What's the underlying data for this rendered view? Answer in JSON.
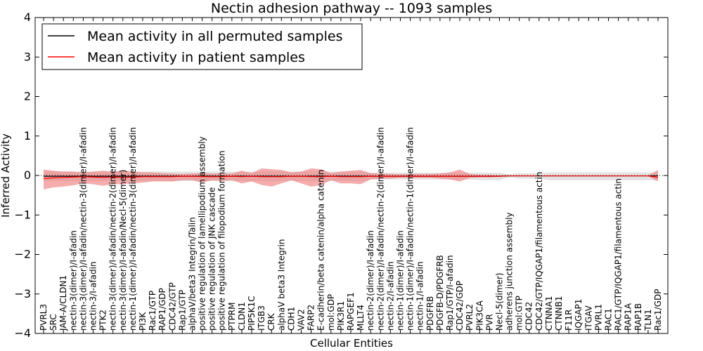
{
  "chart_data": {
    "type": "line",
    "title": "Nectin adhesion pathway -- 1093 samples",
    "xlabel": "Cellular Entities",
    "ylabel": "Inferred Activity",
    "ylim": [
      -4,
      4
    ],
    "yticks": [
      "−4",
      "−3",
      "−2",
      "−1",
      "0",
      "1",
      "2",
      "3",
      "4"
    ],
    "grid": false,
    "legend_position": "top-left",
    "categories": [
      "PVRL3",
      "SRC",
      "JAM-A/CLDN1",
      "nectin-3(dimer)/I-afadin",
      "nectin-3(dimer)/I-afadin/nectin-3(dimer)/I-afadin",
      "nectin-3/I-afadin",
      "PTK2",
      "nectin-3(dimer)/I-afadin/nectin-2(dimer)/I-afadin",
      "nectin-3(dimer)/I-afadin/Necl-5(dimer)",
      "nectin-1(dimer)/I-afadin/nectin-3(dimer)/I-afadin",
      "PI3K",
      "Rac1/GTP",
      "RAP1/GDP",
      "CDC42/GTP",
      "Rap1/GTP",
      "alphaV/beta3 Integrin/Talin",
      "positive regulation of lamellipodium assembly",
      "positive regulation of JNK cascade",
      "positive regulation of filopodium formation",
      "PTPRM",
      "CLDN1",
      "PIP5K1C",
      "ITGB3",
      "CRK",
      "alphaV beta3 Integrin",
      "CDH1",
      "VAV2",
      "FARP2",
      "E-cadherin/beta catenin/alpha catenin",
      "mol:GDP",
      "PIK3R1",
      "RAPGEF1",
      "MLLT4",
      "nectin-2(dimer)/I-afadin",
      "nectin-2(dimer)/I-afadin/nectin-2(dimer)/I-afadin",
      "nectin-2/I-afadin",
      "nectin-1(dimer)/I-afadin",
      "nectin-1(dimer)/I-afadin/nectin-1(dimer)/I-afadin",
      "nectin-1/I-afadin",
      "PDGFRB",
      "PDGFB-D/PDGFRB",
      "Rap1/GTP/I-afadin",
      "CDC42/GDP",
      "PVRL2",
      "PIK3CA",
      "PVR",
      "Necl-5(dimer)",
      "adherens junction assembly",
      "mol:GTP",
      "CDC42",
      "CDC42/GTP/IQGAP1/filamentous actin",
      "CTNNA1",
      "CTNNB1",
      "F11R",
      "IQGAP1",
      "ITGAV",
      "PVRL1",
      "RAC1",
      "RAC1/GTP/IQGAP1/filamentous actin",
      "RAP1A",
      "RAP1B",
      "TLN1",
      "Rac1/GDP"
    ],
    "series": [
      {
        "name": "Mean activity in all permuted samples",
        "color": "#000000",
        "values": [
          -0.02,
          -0.02,
          -0.02,
          -0.02,
          -0.02,
          -0.02,
          -0.02,
          -0.02,
          -0.02,
          -0.02,
          -0.02,
          -0.02,
          -0.02,
          -0.02,
          -0.02,
          -0.02,
          -0.02,
          -0.02,
          -0.02,
          -0.02,
          -0.02,
          -0.02,
          -0.02,
          -0.02,
          -0.02,
          -0.02,
          -0.02,
          -0.02,
          -0.02,
          -0.02,
          -0.02,
          -0.02,
          -0.02,
          -0.02,
          -0.02,
          -0.02,
          -0.02,
          -0.02,
          -0.02,
          -0.02,
          -0.02,
          -0.02,
          -0.02,
          -0.02,
          -0.02,
          -0.02,
          -0.02,
          -0.01,
          -0.01,
          -0.01,
          -0.01,
          -0.01,
          -0.01,
          -0.01,
          -0.01,
          -0.01,
          -0.01,
          -0.01,
          -0.01,
          -0.01,
          -0.01,
          -0.01,
          -0.01
        ],
        "lower": [
          -0.14,
          -0.14,
          -0.14,
          -0.14,
          -0.14,
          -0.14,
          -0.14,
          -0.14,
          -0.14,
          -0.14,
          -0.14,
          -0.14,
          -0.14,
          -0.14,
          -0.14,
          -0.14,
          -0.14,
          -0.14,
          -0.14,
          -0.14,
          -0.14,
          -0.14,
          -0.14,
          -0.14,
          -0.14,
          -0.14,
          -0.14,
          -0.14,
          -0.14,
          -0.14,
          -0.14,
          -0.14,
          -0.14,
          -0.1,
          -0.1,
          -0.1,
          -0.1,
          -0.1,
          -0.1,
          -0.1,
          -0.1,
          -0.1,
          -0.1,
          -0.1,
          -0.12,
          -0.12,
          -0.12,
          -0.05,
          -0.08,
          -0.08,
          -0.08,
          -0.12,
          -0.12,
          -0.12,
          -0.12,
          -0.12,
          -0.12,
          -0.12,
          -0.12,
          -0.12,
          -0.12,
          -0.12,
          -0.12
        ],
        "upper": [
          0.1,
          0.1,
          0.1,
          0.1,
          0.1,
          0.1,
          0.1,
          0.1,
          0.1,
          0.1,
          0.1,
          0.1,
          0.1,
          0.1,
          0.1,
          0.1,
          0.1,
          0.1,
          0.1,
          0.1,
          0.1,
          0.1,
          0.1,
          0.1,
          0.1,
          0.1,
          0.1,
          0.1,
          0.1,
          0.1,
          0.1,
          0.1,
          0.1,
          0.07,
          0.07,
          0.07,
          0.07,
          0.07,
          0.07,
          0.07,
          0.07,
          0.07,
          0.07,
          0.07,
          0.07,
          0.07,
          0.07,
          0.03,
          0.06,
          0.06,
          0.06,
          0.08,
          0.08,
          0.08,
          0.08,
          0.08,
          0.08,
          0.08,
          0.08,
          0.08,
          0.08,
          0.08,
          0.08
        ]
      },
      {
        "name": "Mean activity in patient samples",
        "color": "#ff0000",
        "values": [
          -0.08,
          -0.06,
          -0.05,
          -0.04,
          -0.03,
          -0.04,
          -0.05,
          -0.04,
          -0.05,
          -0.04,
          -0.03,
          -0.03,
          -0.03,
          -0.03,
          -0.02,
          -0.02,
          -0.03,
          -0.03,
          -0.03,
          -0.02,
          -0.03,
          -0.02,
          -0.03,
          -0.03,
          -0.03,
          -0.02,
          -0.02,
          -0.03,
          -0.03,
          -0.02,
          -0.03,
          -0.03,
          -0.03,
          -0.02,
          -0.02,
          -0.02,
          -0.02,
          -0.02,
          -0.02,
          -0.02,
          -0.02,
          -0.02,
          -0.02,
          -0.02,
          -0.02,
          -0.02,
          -0.02,
          -0.01,
          -0.01,
          -0.01,
          -0.01,
          -0.01,
          -0.01,
          -0.01,
          -0.01,
          -0.01,
          -0.01,
          -0.01,
          -0.01,
          -0.01,
          -0.01,
          -0.01,
          -0.05
        ],
        "lower": [
          -0.35,
          -0.3,
          -0.28,
          -0.25,
          -0.2,
          -0.22,
          -0.26,
          -0.22,
          -0.22,
          -0.2,
          -0.18,
          -0.15,
          -0.15,
          -0.15,
          -0.12,
          -0.12,
          -0.18,
          -0.12,
          -0.14,
          -0.12,
          -0.2,
          -0.15,
          -0.24,
          -0.28,
          -0.2,
          -0.12,
          -0.2,
          -0.28,
          -0.24,
          -0.12,
          -0.2,
          -0.2,
          -0.22,
          -0.1,
          -0.08,
          -0.08,
          -0.06,
          -0.06,
          -0.06,
          -0.06,
          -0.08,
          -0.1,
          -0.15,
          -0.06,
          -0.05,
          -0.05,
          -0.03,
          -0.02,
          -0.02,
          -0.02,
          -0.02,
          -0.02,
          -0.02,
          -0.02,
          -0.02,
          -0.02,
          -0.02,
          -0.02,
          -0.02,
          -0.02,
          -0.02,
          -0.02,
          -0.15
        ],
        "upper": [
          0.15,
          0.12,
          0.1,
          0.1,
          0.08,
          0.1,
          0.12,
          0.1,
          0.12,
          0.1,
          0.08,
          0.08,
          0.06,
          0.05,
          0.04,
          0.05,
          0.06,
          0.05,
          0.06,
          0.05,
          0.12,
          0.06,
          0.18,
          0.16,
          0.14,
          0.08,
          0.1,
          0.18,
          0.16,
          0.06,
          0.1,
          0.12,
          0.14,
          0.06,
          0.05,
          0.04,
          0.03,
          0.04,
          0.04,
          0.04,
          0.05,
          0.08,
          0.15,
          0.04,
          0.02,
          0.02,
          0.01,
          0.0,
          0.0,
          0.0,
          0.0,
          0.0,
          0.0,
          0.0,
          0.0,
          0.0,
          0.0,
          0.0,
          0.0,
          0.0,
          0.0,
          0.0,
          0.14
        ]
      }
    ],
    "legend": [
      {
        "label": "Mean activity in all permuted samples",
        "color": "#000000"
      },
      {
        "label": "Mean activity in patient samples",
        "color": "#ff0000"
      }
    ],
    "band_colors": {
      "permuted": "#d9d9d9",
      "patient": "#f08080"
    }
  }
}
